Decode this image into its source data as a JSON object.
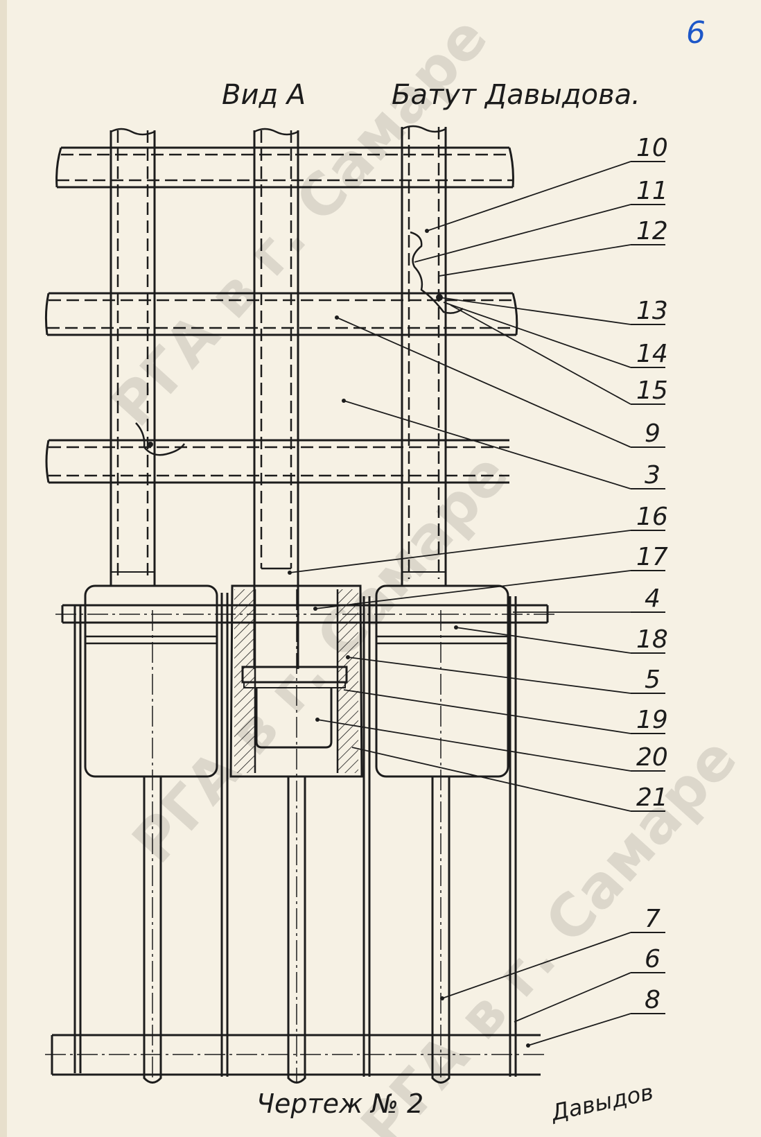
{
  "sheet": {
    "page_number": "6",
    "view_label": "Вид А",
    "title": "Батут Давыдова.",
    "drawing_label": "Чертеж № 2",
    "signature": "Давыдов",
    "watermark": "РГА в г. Самаре"
  },
  "callouts": [
    "10",
    "11",
    "12",
    "13",
    "14",
    "15",
    "9",
    "3",
    "16",
    "17",
    "4",
    "18",
    "5",
    "19",
    "20",
    "21",
    "7",
    "6",
    "8"
  ],
  "colors": {
    "paper": "#f6f1e4",
    "ink": "#1c1c1c",
    "page_number": "#1d57c8"
  }
}
